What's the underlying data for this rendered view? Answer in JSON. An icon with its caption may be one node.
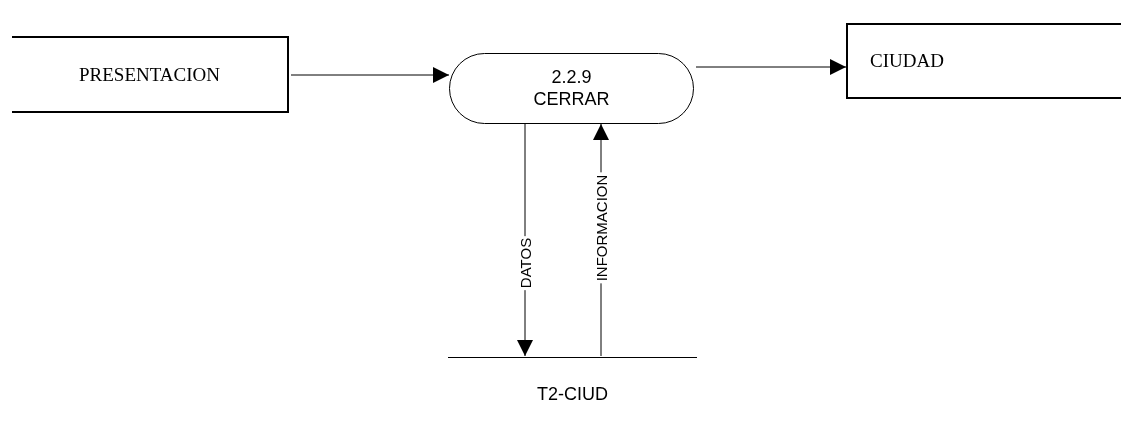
{
  "diagram": {
    "nodes": [
      {
        "text": [
          "PRESENTACION"
        ]
      },
      {
        "text": [
          "2.2.9",
          "CERRAR"
        ]
      },
      {
        "text": [
          "CIUDAD"
        ]
      },
      {
        "text": [
          "T2-CIUD"
        ]
      }
    ],
    "edges": [
      {
        "from": 0,
        "to": 1,
        "arrow": "to"
      },
      {
        "from": 1,
        "to": 2,
        "arrow": "to"
      },
      {
        "from": 1,
        "to": 3,
        "arrow": "to",
        "label": "DATOS"
      },
      {
        "from": 3,
        "to": 1,
        "arrow": "to",
        "label": "INFORMACION"
      }
    ]
  }
}
